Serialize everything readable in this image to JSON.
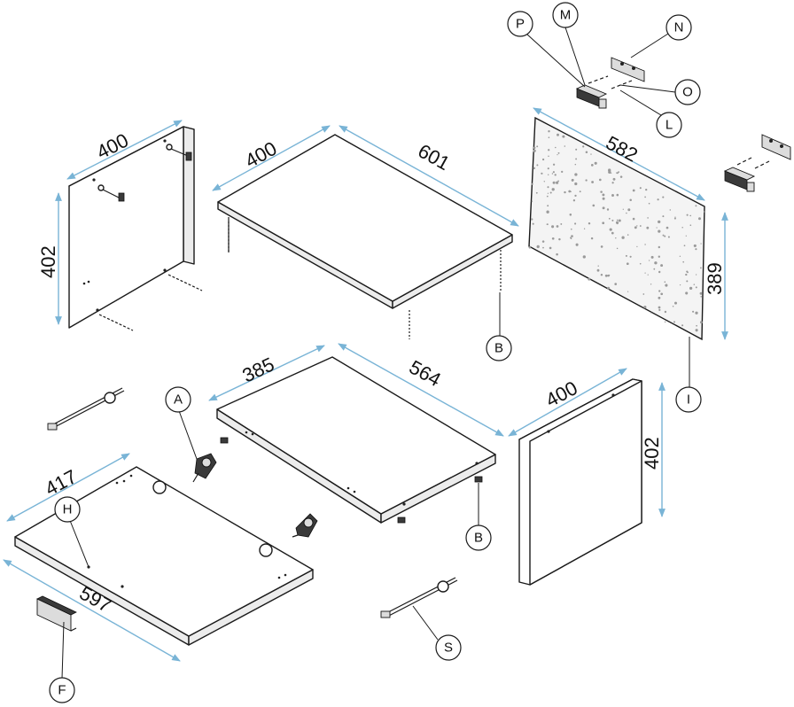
{
  "dimensions": {
    "side_left_width": "400",
    "side_left_height": "402",
    "top_depth": "400",
    "top_width": "601",
    "back_width": "582",
    "back_height": "389",
    "shelf_depth": "385",
    "shelf_width": "564",
    "side_right_width": "400",
    "side_right_height": "402",
    "bottom_depth": "417",
    "bottom_width": "597"
  },
  "callouts": {
    "P": "P",
    "M": "M",
    "N": "N",
    "O": "O",
    "L": "L",
    "B_top": "B",
    "I": "I",
    "A": "A",
    "H": "H",
    "B_shelf": "B",
    "S": "S",
    "F": "F"
  },
  "colors": {
    "dimension_line": "#79b4d6",
    "outline": "#1a1a1a"
  }
}
